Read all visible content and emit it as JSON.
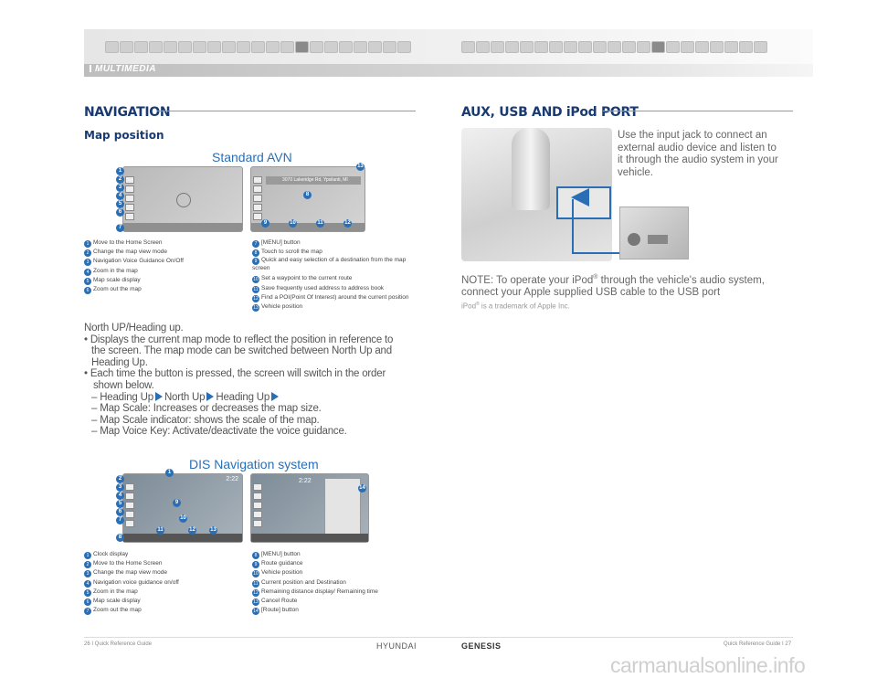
{
  "header": {
    "section": "MULTIMEDIA"
  },
  "navigation": {
    "heading": "NAVIGATION",
    "subheading": "Map position",
    "standard_title": "Standard AVN",
    "standard_left_legend": [
      {
        "n": "1",
        "text": "Move to the Home Screen"
      },
      {
        "n": "2",
        "text": "Change the map view mode"
      },
      {
        "n": "3",
        "text": "Navigation Voice Guidance On/Off"
      },
      {
        "n": "4",
        "text": "Zoom in the map"
      },
      {
        "n": "5",
        "text": "Map scale display"
      },
      {
        "n": "6",
        "text": "Zoom out the map"
      }
    ],
    "standard_right_legend": [
      {
        "n": "7",
        "text": "[MENU] button"
      },
      {
        "n": "8",
        "text": "Touch to scroll the map"
      },
      {
        "n": "9",
        "text": "Quick and easy selection of a destination from the map screen"
      },
      {
        "n": "10",
        "text": "Set a waypoint to the current route"
      },
      {
        "n": "11",
        "text": "Save frequently used address to address book"
      },
      {
        "n": "12",
        "text": "Find a POI(Point Of Interest) around the current position"
      },
      {
        "n": "13",
        "text": "Vehicle position"
      }
    ],
    "body_lines": [
      "North UP/Heading up.",
      "• Displays the current map mode to reflect the position in reference to",
      "the screen. The map mode can be switched between North Up and",
      "Heading Up.",
      "• Each time the button is pressed, the screen will switch in the order",
      "shown below.",
      "– Map Scale: Increases or decreases the map size.",
      "– Map Scale indicator: shows the scale of the map.",
      "– Map Voice Key: Activate/deactivate the voice guidance."
    ],
    "order": {
      "prefix": "– Heading Up",
      "mid1": "North Up",
      "mid2": "Heading Up"
    },
    "dis_title": "DIS Navigation system",
    "dis_left_legend": [
      {
        "n": "1",
        "text": "Clock display"
      },
      {
        "n": "2",
        "text": "Move to the Home Screen"
      },
      {
        "n": "3",
        "text": "Change the map view mode"
      },
      {
        "n": "4",
        "text": "Navigation voice guidance on/off"
      },
      {
        "n": "5",
        "text": "Zoom in the map"
      },
      {
        "n": "6",
        "text": "Map scale display"
      },
      {
        "n": "7",
        "text": "Zoom out the map"
      }
    ],
    "dis_right_legend": [
      {
        "n": "8",
        "text": "[MENU] button"
      },
      {
        "n": "9",
        "text": "Route guidance"
      },
      {
        "n": "10",
        "text": "Vehicle position"
      },
      {
        "n": "11",
        "text": "Current position and Destination"
      },
      {
        "n": "12",
        "text": "Remaining distance display/ Remaining time"
      },
      {
        "n": "13",
        "text": "Cancel Route"
      },
      {
        "n": "14",
        "text": "[Route] button"
      }
    ],
    "screen_address": "3070 Lakeridge Rd, Ypsilanti, MI",
    "screen_time": "2:22"
  },
  "usb": {
    "heading": "AUX, USB AND iPod PORT",
    "description": "Use the input jack to connect an external audio device and listen to it through the audio system in your vehicle.",
    "note_line1_a": "NOTE: To operate your iPod",
    "note_line1_b": " through the vehicle's audio system,",
    "note_line2": "connect your Apple supplied USB cable to the USB port",
    "reg": "®",
    "trademark_a": "iPod",
    "trademark_b": " is a trademark of Apple Inc."
  },
  "footer": {
    "left": "26 I Quick Reference Guide",
    "right": "Quick Reference Guide I 27",
    "brand1": "HYUNDAI",
    "brand2": "GENESIS",
    "watermark": "carmanualsonline.info"
  }
}
